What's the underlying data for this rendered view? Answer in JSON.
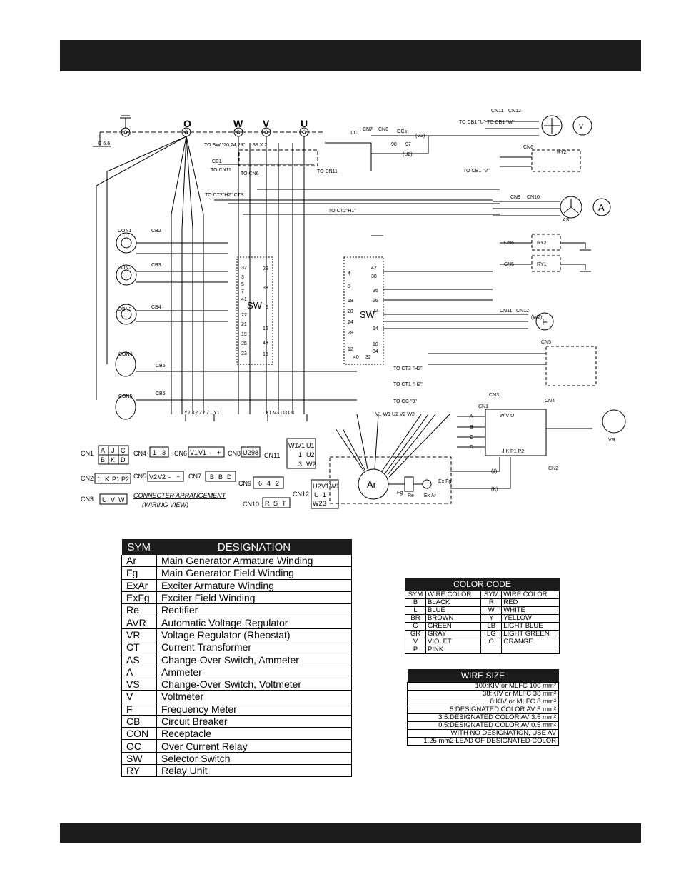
{
  "schematic": {
    "terminals": [
      "O",
      "W",
      "V",
      "U"
    ],
    "ground_label": "G 6.6",
    "to_sw_note": "TO SW \"20,24,28\"",
    "bus_38x2": "38 X 2",
    "cb1": "CB1",
    "to_cn11_a": "TO CN11",
    "to_cn6": "TO CN6",
    "to_cn11_b": "TO CN11",
    "to_ct2_h2": "TO CT2\"H2\" CT3",
    "to_ct2_h1": "TO CT2\"H1\"",
    "tc": "T.C",
    "cn7": "CN7",
    "cn8": "CN8",
    "ocs": "OCs",
    "n98": "98",
    "n97": "97",
    "v2": "(V2)",
    "u2": "(U2)",
    "cn11": "CN11",
    "cn12": "CN12",
    "to_cb1": "TO CB1 \"U\" TO CB1 \"W\"",
    "cn6": "CN6",
    "ry2": "RY2",
    "to_cb1_v": "TO CB1 \"V\"",
    "cn9": "CN9",
    "cn10": "CN10",
    "as": "AS",
    "ammeter": "A",
    "voltmeter": "V",
    "freq": "F",
    "ry2b": "RY2",
    "ry1": "RY1",
    "cn5": "CN5",
    "sw_left": "SW",
    "sw_right": "SW",
    "con1": "CON1",
    "con2": "CON2",
    "con3": "CON3",
    "con4": "CON4",
    "con5": "CON5",
    "cb2": "CB2",
    "cb3": "CB3",
    "cb4": "CB4",
    "cb5": "CB5",
    "cb6": "CB6",
    "sw_left_pins": [
      "37",
      "3",
      "5",
      "7",
      "41",
      "27",
      "21",
      "19",
      "25",
      "23"
    ],
    "sw_mid_pins": [
      "29",
      "33",
      "9",
      "15",
      "43",
      "13"
    ],
    "sw_right_pins_l": [
      "4",
      "8",
      "18",
      "20",
      "24",
      "28",
      "12",
      "40"
    ],
    "sw_right_pins_r": [
      "42",
      "38",
      "36",
      "26",
      "22",
      "14",
      "10",
      "34",
      "32"
    ],
    "bottom_wires_left": "Y2 X2 Z2 Z1 Y1",
    "bottom_wires_mid": "X1 V3 U3 U1",
    "bottom_wires_right": "V1 W1 U2 V2 W2",
    "to_ct3_h2": "TO CT3 \"H2\"",
    "to_ct1_h2": "TO CT1 \"H2\"",
    "to_oc3": "TO OC \"3\"",
    "ar": "Ar",
    "fg": "Fg",
    "re": "Re",
    "exar": "Ex Ar",
    "exfg": "Ex Fg",
    "avr_cn1": "CN1",
    "avr_cn3": "CN3",
    "avr_cn4": "CN4",
    "avr_cn2": "CN2",
    "avr_pins": [
      "A",
      "B",
      "C",
      "D"
    ],
    "avr_top": "W V U",
    "avr_bottom": "J K P1 P2",
    "vr": "VR",
    "wire_j": "(J)",
    "wire_k": "(K)",
    "w2": "(W2)",
    "connector_title": "CONNECTER ARRANGEMENT",
    "connector_sub": "(WIRING VIEW)",
    "connectors": {
      "cn1": {
        "name": "CN1",
        "cells": [
          "A",
          "J",
          "C",
          "B",
          "K",
          "D"
        ]
      },
      "cn2": {
        "name": "CN2",
        "cells": [
          "1",
          "K",
          "P1",
          "P2"
        ]
      },
      "cn3": {
        "name": "CN3",
        "cells": [
          "U",
          "V",
          "W"
        ]
      },
      "cn4": {
        "name": "CN4",
        "cells": [
          "1",
          "3"
        ]
      },
      "cn5": {
        "name": "CN5",
        "cells": [
          "V2",
          "V2",
          "-",
          "+"
        ]
      },
      "cn6": {
        "name": "CN6",
        "cells": [
          "V1",
          "V1",
          "-",
          "+"
        ]
      },
      "cn7": {
        "name": "CN7",
        "cells": [
          "B",
          "B",
          "D"
        ]
      },
      "cn8": {
        "name": "CN8",
        "cells": [
          "U2",
          "98"
        ]
      },
      "cn9": {
        "name": "CN9",
        "cells": [
          "6",
          "4",
          "2"
        ]
      },
      "cn10": {
        "name": "CN10",
        "cells": [
          "R",
          "S",
          "T"
        ]
      },
      "cn11": {
        "name": "CN11",
        "cells": [
          "W1",
          "V1",
          "U1",
          "1",
          "U2",
          "3",
          "W2"
        ]
      },
      "cn12": {
        "name": "CN12",
        "cells": [
          "U2",
          "V1",
          "W1",
          "U",
          "1",
          "W2",
          "3"
        ]
      }
    }
  },
  "designation_table": {
    "headers": [
      "SYM",
      "DESIGNATION"
    ],
    "rows": [
      [
        "Ar",
        "Main Generator Armature Winding"
      ],
      [
        "Fg",
        "Main Generator Field Winding"
      ],
      [
        "ExAr",
        "Exciter Armature Winding"
      ],
      [
        "ExFg",
        "Exciter Field Winding"
      ],
      [
        "Re",
        "Rectifier"
      ],
      [
        "AVR",
        "Automatic Voltage Regulator"
      ],
      [
        "VR",
        "Voltage Regulator (Rheostat)"
      ],
      [
        "CT",
        "Current Transformer"
      ],
      [
        "AS",
        "Change-Over Switch, Ammeter"
      ],
      [
        "A",
        "Ammeter"
      ],
      [
        "VS",
        "Change-Over Switch, Voltmeter"
      ],
      [
        "V",
        "Voltmeter"
      ],
      [
        "F",
        "Frequency Meter"
      ],
      [
        "CB",
        "Circuit Breaker"
      ],
      [
        "CON",
        "Receptacle"
      ],
      [
        "OC",
        "Over Current Relay"
      ],
      [
        "SW",
        "Selector Switch"
      ],
      [
        "RY",
        "Relay Unit"
      ]
    ]
  },
  "color_code": {
    "title": "COLOR CODE",
    "headers": [
      "SYM",
      "WIRE COLOR",
      "SYM",
      "WIRE COLOR"
    ],
    "rows": [
      [
        "B",
        "BLACK",
        "R",
        "RED"
      ],
      [
        "L",
        "BLUE",
        "W",
        "WHITE"
      ],
      [
        "BR",
        "BROWN",
        "Y",
        "YELLOW"
      ],
      [
        "G",
        "GREEN",
        "LB",
        "LIGHT BLUE"
      ],
      [
        "GR",
        "GRAY",
        "LG",
        "LIGHT GREEN"
      ],
      [
        "V",
        "VIOLET",
        "O",
        "ORANGE"
      ],
      [
        "P",
        "PINK",
        "",
        ""
      ]
    ]
  },
  "wire_size": {
    "title": "WIRE SIZE",
    "rows": [
      "100:KIV or MLFC 100 mm²",
      "38:KIV or MLFC 38 mm²",
      "8:KIV or MLFC 8 mm²",
      "5:DESIGNATED COLOR AV 5 mm²",
      "3.5:DESIGNATED COLOR AV 3.5 mm²",
      "0.5:DESIGNATED COLOR AV 0.5 mm²",
      "WITH NO DESIGNATION, USE AV",
      "1.25 mm2 LEAD OF DESIGNATED COLOR"
    ]
  }
}
